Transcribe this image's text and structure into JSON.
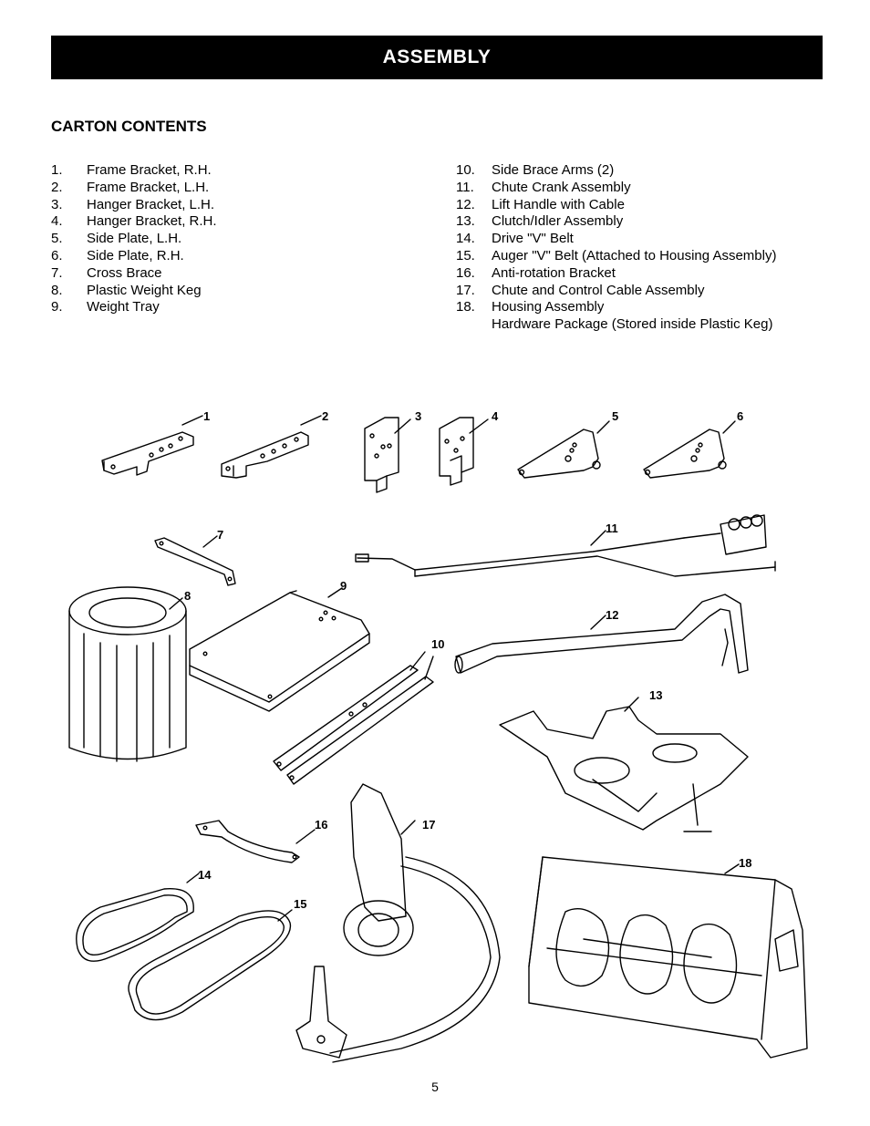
{
  "header": {
    "title": "ASSEMBLY"
  },
  "section": {
    "title": "CARTON CONTENTS"
  },
  "items_left": [
    {
      "num": "1.",
      "label": "Frame Bracket, R.H."
    },
    {
      "num": "2.",
      "label": "Frame Bracket, L.H."
    },
    {
      "num": "3.",
      "label": "Hanger Bracket, L.H."
    },
    {
      "num": "4.",
      "label": "Hanger Bracket, R.H."
    },
    {
      "num": "5.",
      "label": "Side Plate, L.H."
    },
    {
      "num": "6.",
      "label": "Side Plate, R.H."
    },
    {
      "num": "7.",
      "label": "Cross Brace"
    },
    {
      "num": "8.",
      "label": "Plastic Weight Keg"
    },
    {
      "num": "9.",
      "label": "Weight Tray"
    }
  ],
  "items_right": [
    {
      "num": "10.",
      "label": "Side Brace Arms (2)"
    },
    {
      "num": "11.",
      "label": "Chute Crank Assembly"
    },
    {
      "num": "12.",
      "label": "Lift Handle with Cable"
    },
    {
      "num": "13.",
      "label": "Clutch/Idler Assembly"
    },
    {
      "num": "14.",
      "label": "Drive \"V\" Belt"
    },
    {
      "num": "15.",
      "label": "Auger \"V\" Belt (Attached to Housing Assembly)"
    },
    {
      "num": "16.",
      "label": "Anti-rotation Bracket"
    },
    {
      "num": "17.",
      "label": "Chute and Control Cable Assembly"
    },
    {
      "num": "18.",
      "label": "Housing Assembly"
    }
  ],
  "hardware_note": "Hardware Package (Stored inside Plastic Keg)",
  "callouts": [
    "1",
    "2",
    "3",
    "4",
    "5",
    "6",
    "7",
    "8",
    "9",
    "10",
    "11",
    "12",
    "13",
    "14",
    "15",
    "16",
    "17",
    "18"
  ],
  "page_number": "5"
}
